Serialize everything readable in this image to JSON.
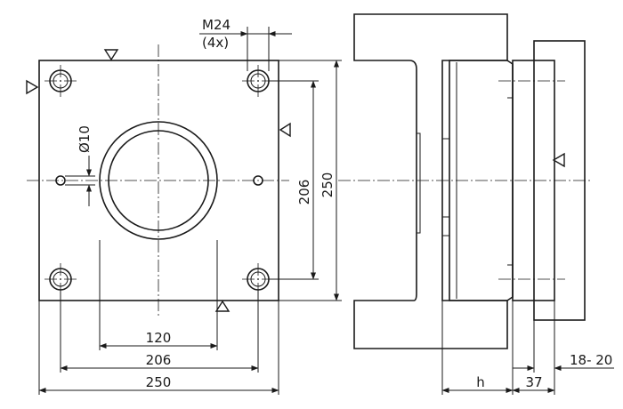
{
  "labels": {
    "thread": "M24",
    "thread_qty": "(4x)",
    "diameter": "Ø10",
    "dim_120": "120",
    "dim_206_horizontal": "206",
    "dim_250_horizontal": "250",
    "dim_206_vertical": "206",
    "dim_250_vertical": "250",
    "dim_h": "h",
    "dim_37": "37",
    "dim_18_20": "18- 20"
  },
  "colors": {
    "line": "#1a1a1a",
    "background": "#ffffff"
  },
  "icons": {
    "datum_marker": "hollow-triangle-icon"
  }
}
